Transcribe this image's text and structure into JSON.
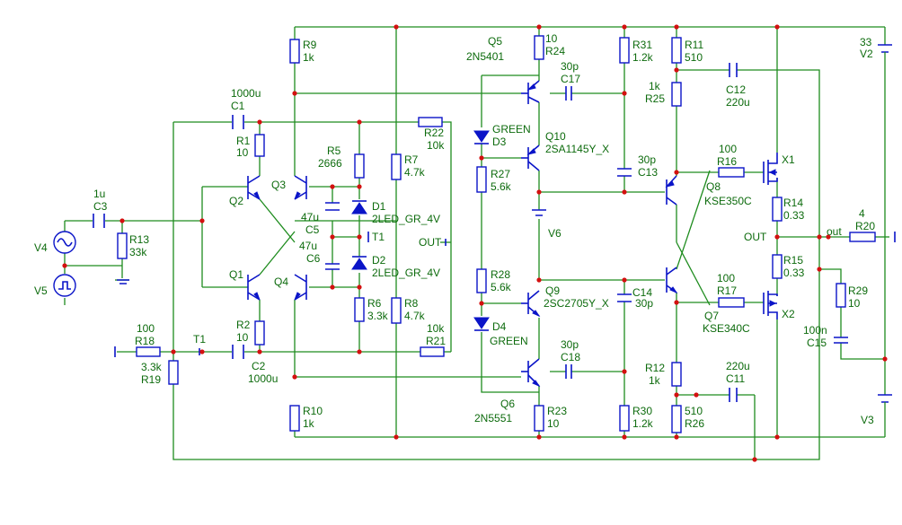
{
  "labels": {
    "Q5": "Q5",
    "Q5_type": "2N5401",
    "R24_val": "10",
    "R24": "R24",
    "R31": "R31",
    "R31_val": "1.2k",
    "R11": "R11",
    "R11_val": "510",
    "V2_val": "33",
    "V2": "V2",
    "R9": "R9",
    "R9_val": "1k",
    "C17_val": "30p",
    "C17": "C17",
    "R25_val": "1k",
    "R25": "R25",
    "C12": "C12",
    "C12_val": "220u",
    "C1_val": "1000u",
    "C1": "C1",
    "R22": "R22",
    "R22_val": "10k",
    "D3_type": "GREEN",
    "D3": "D3",
    "Q10": "Q10",
    "Q10_type": "2SA1145Y_X",
    "R1": "R1",
    "R1_val": "10",
    "R5": "R5",
    "R5_val": "2666",
    "R7": "R7",
    "R7_val": "4.7k",
    "R16_val": "100",
    "R16": "R16",
    "X1": "X1",
    "C13_val": "30p",
    "C13": "C13",
    "R27": "R27",
    "R27_val": "5.6k",
    "Q2": "Q2",
    "Q3": "Q3",
    "Q8": "Q8",
    "Q8_type": "KSE350C",
    "R14": "R14",
    "R14_val": "0.33",
    "C3_val": "1u",
    "C3": "C3",
    "D1": "D1",
    "D1_type": "2LED_GR_4V",
    "C5_val": "47u",
    "C5": "C5",
    "R20_val": "4",
    "R20": "R20",
    "V4": "V4",
    "R13": "R13",
    "R13_val": "33k",
    "T1": "T1",
    "V6": "V6",
    "OUT": "OUT",
    "out": "out",
    "C6_val": "47u",
    "C6": "C6",
    "D2": "D2",
    "D2_type": "2LED_GR_4V",
    "R15": "R15",
    "R15_val": "0.33",
    "Q1": "Q1",
    "Q4": "Q4",
    "R28": "R28",
    "R28_val": "5.6k",
    "Q9": "Q9",
    "Q9_type": "2SC2705Y_X",
    "C14": "C14",
    "C14_val": "30p",
    "R17_val": "100",
    "R17": "R17",
    "R29": "R29",
    "R29_val": "10",
    "V5": "V5",
    "R6": "R6",
    "R6_val": "3.3k",
    "R8": "R8",
    "R8_val": "4.7k",
    "R2": "R2",
    "R2_val": "10",
    "D4": "D4",
    "D4_type": "GREEN",
    "Q7": "Q7",
    "Q7_type": "KSE340C",
    "X2": "X2",
    "C15_val": "100n",
    "C15": "C15",
    "R18_val": "100",
    "R18": "R18",
    "R21_val": "10k",
    "R21": "R21",
    "C18_val": "30p",
    "C18": "C18",
    "R19_val": "3.3k",
    "R19": "R19",
    "C2": "C2",
    "C2_val": "1000u",
    "R12": "R12",
    "R12_val": "1k",
    "C11_val": "220u",
    "C11": "C11",
    "R10": "R10",
    "R10_val": "1k",
    "Q6": "Q6",
    "Q6_type": "2N5551",
    "R23": "R23",
    "R23_val": "10",
    "R30": "R30",
    "R30_val": "1.2k",
    "R26_val": "510",
    "R26": "R26",
    "V3": "V3"
  }
}
